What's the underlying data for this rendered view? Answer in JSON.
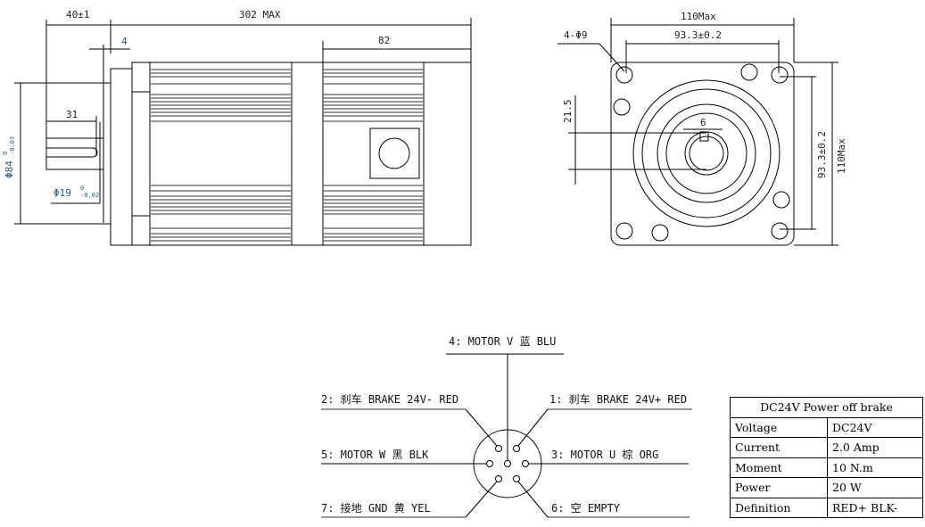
{
  "side_view": {
    "dim_flange_to_shaft": "40±1",
    "dim_total_length": "302 MAX",
    "dim_flange_thickness": "4",
    "dim_rear_section": "82",
    "dim_key_length": "31",
    "dim_pilot_diameter": "Φ84",
    "dim_pilot_tol_upper": "0",
    "dim_pilot_tol_lower": "-0.03",
    "dim_shaft_diameter": "Φ19",
    "dim_shaft_tol_upper": "0",
    "dim_shaft_tol_lower": "-0.02"
  },
  "front_view": {
    "dim_width": "110Max",
    "dim_hole_spacing": "93.3±0.2",
    "dim_holes": "4-Φ9",
    "dim_key_height": "21.5",
    "dim_key_width": "6",
    "dim_hole_spacing_v": "93.3±0.2",
    "dim_height": "110Max"
  },
  "connector": {
    "pins": [
      {
        "label": "4: MOTOR V 蓝 BLU"
      },
      {
        "label": "2: 刹车 BRAKE 24V- RED"
      },
      {
        "label": "1: 刹车 BRAKE 24V+ RED"
      },
      {
        "label": "5: MOTOR W 黑 BLK"
      },
      {
        "label": "3: MOTOR U 棕 ORG"
      },
      {
        "label": "7: 接地 GND 黄 YEL"
      },
      {
        "label": "6: 空 EMPTY"
      }
    ]
  },
  "brake_table": {
    "title": "DC24V Power off brake",
    "rows": [
      {
        "key": "Voltage",
        "value": "DC24V"
      },
      {
        "key": "Current",
        "value": "2.0 Amp"
      },
      {
        "key": "Moment",
        "value": "10 N.m"
      },
      {
        "key": "Power",
        "value": "20 W"
      },
      {
        "key": "Definition",
        "value": "RED+ BLK-"
      }
    ]
  }
}
